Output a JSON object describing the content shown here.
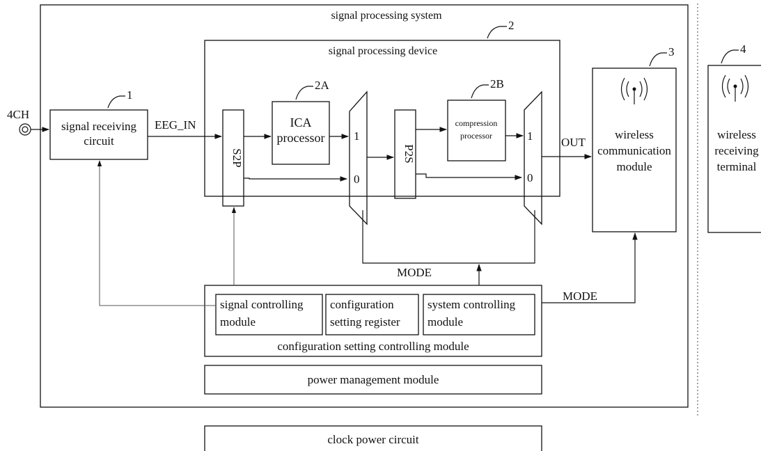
{
  "system": {
    "title": "signal processing system"
  },
  "device": {
    "title": "signal processing device",
    "ref": "2"
  },
  "input": {
    "label": "4CH"
  },
  "receiver": {
    "line1": "signal receiving",
    "line2": "circuit",
    "ref": "1"
  },
  "eeg_in": "EEG_IN",
  "s2p": "S2P",
  "ica": {
    "line1": "ICA",
    "line2": "processor",
    "ref": "2A"
  },
  "p2s": "P2S",
  "compression": {
    "line1": "compression",
    "line2": "processor",
    "ref": "2B"
  },
  "mux1": {
    "in1": "1",
    "in0": "0"
  },
  "mux2": {
    "in1": "1",
    "in0": "0"
  },
  "out": "OUT",
  "wireless_module": {
    "line1": "wireless",
    "line2": "communication",
    "line3": "module",
    "ref": "3"
  },
  "terminal": {
    "line1": "wireless",
    "line2": "receiving",
    "line3": "terminal",
    "ref": "4"
  },
  "mode_labels": {
    "internal": "MODE",
    "external": "MODE"
  },
  "config": {
    "title": "configuration setting controlling module",
    "signal_ctrl": {
      "line1": "signal controlling",
      "line2": "module"
    },
    "register": {
      "line1": "configuration",
      "line2": "setting register"
    },
    "system_ctrl": {
      "line1": "system controlling",
      "line2": "module"
    }
  },
  "power": "power management module",
  "clock": "clock power circuit"
}
